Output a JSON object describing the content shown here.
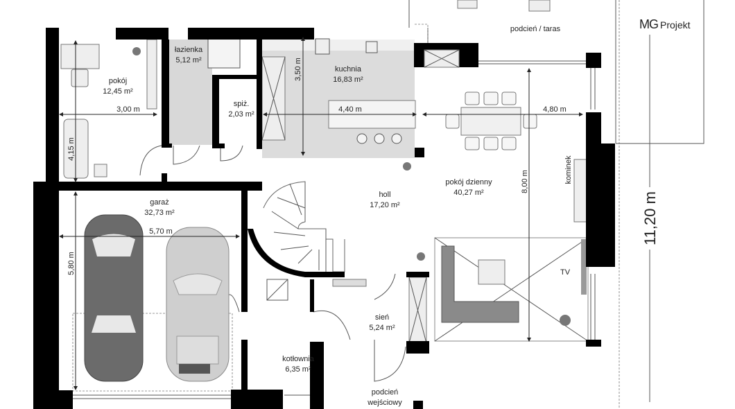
{
  "logo": {
    "brand": "MG",
    "suffix": "Projekt"
  },
  "rooms": {
    "pokoj": {
      "name": "pokój",
      "area": "12,45 m²"
    },
    "lazienka": {
      "name": "łazienka",
      "area": "5,12 m²"
    },
    "spiz": {
      "name": "spiż.",
      "area": "2,03 m²"
    },
    "kuchnia": {
      "name": "kuchnia",
      "area": "16,83 m²"
    },
    "taras": {
      "name": "podcień / taras"
    },
    "dzienny": {
      "name": "pokój dzienny",
      "area": "40,27 m²"
    },
    "kominek": {
      "name": "kominek"
    },
    "holl": {
      "name": "holl",
      "area": "17,20 m²"
    },
    "garaz": {
      "name": "garaż",
      "area": "32,73 m²"
    },
    "sien": {
      "name": "sień",
      "area": "5,24 m²"
    },
    "kotlownia": {
      "name": "kotłownia",
      "area": "6,35 m²"
    },
    "podcien": {
      "name1": "podcień",
      "name2": "wejściowy"
    },
    "tv": {
      "name": "TV"
    }
  },
  "dimensions": {
    "pokoj_w": "3,00 m",
    "pokoj_h": "4,15 m",
    "kuchnia_h": "3,50 m",
    "kuchnia_w": "4,40 m",
    "dzienny_w": "4,80 m",
    "dzienny_h": "8,00 m",
    "garaz_w": "5,70 m",
    "garaz_h": "5,80 m",
    "total_h": "11,20 m"
  }
}
